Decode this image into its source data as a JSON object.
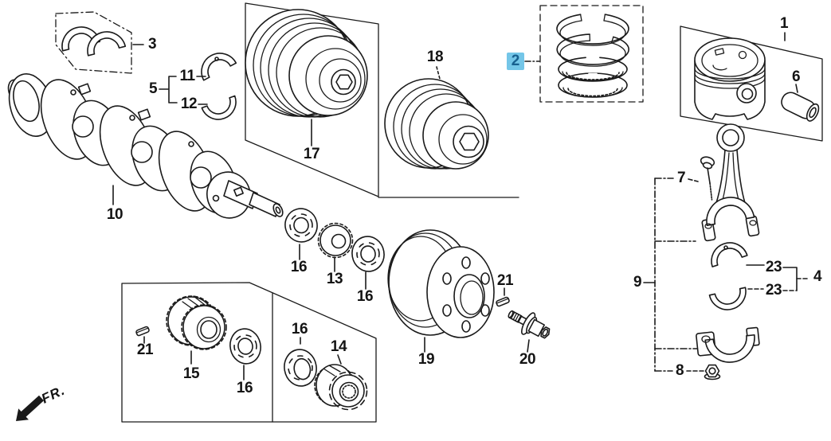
{
  "diagram": {
    "background": "#ffffff",
    "line_color": "#1a1a1a",
    "highlight_bg": "#74c6e8",
    "highlight_text": "#17608f",
    "fr_label": "FR.",
    "labels": {
      "p1": "1",
      "p2": "2",
      "p3": "3",
      "p4": "4",
      "p5": "5",
      "p6": "6",
      "p7": "7",
      "p8": "8",
      "p9": "9",
      "p10": "10",
      "p11": "11",
      "p12": "12",
      "p13": "13",
      "p14": "14",
      "p15": "15",
      "p16a": "16",
      "p16b": "16",
      "p16c": "16",
      "p16d": "16",
      "p17": "17",
      "p18": "18",
      "p19": "19",
      "p20": "20",
      "p21a": "21",
      "p21b": "21",
      "p23a": "23",
      "p23b": "23"
    }
  }
}
